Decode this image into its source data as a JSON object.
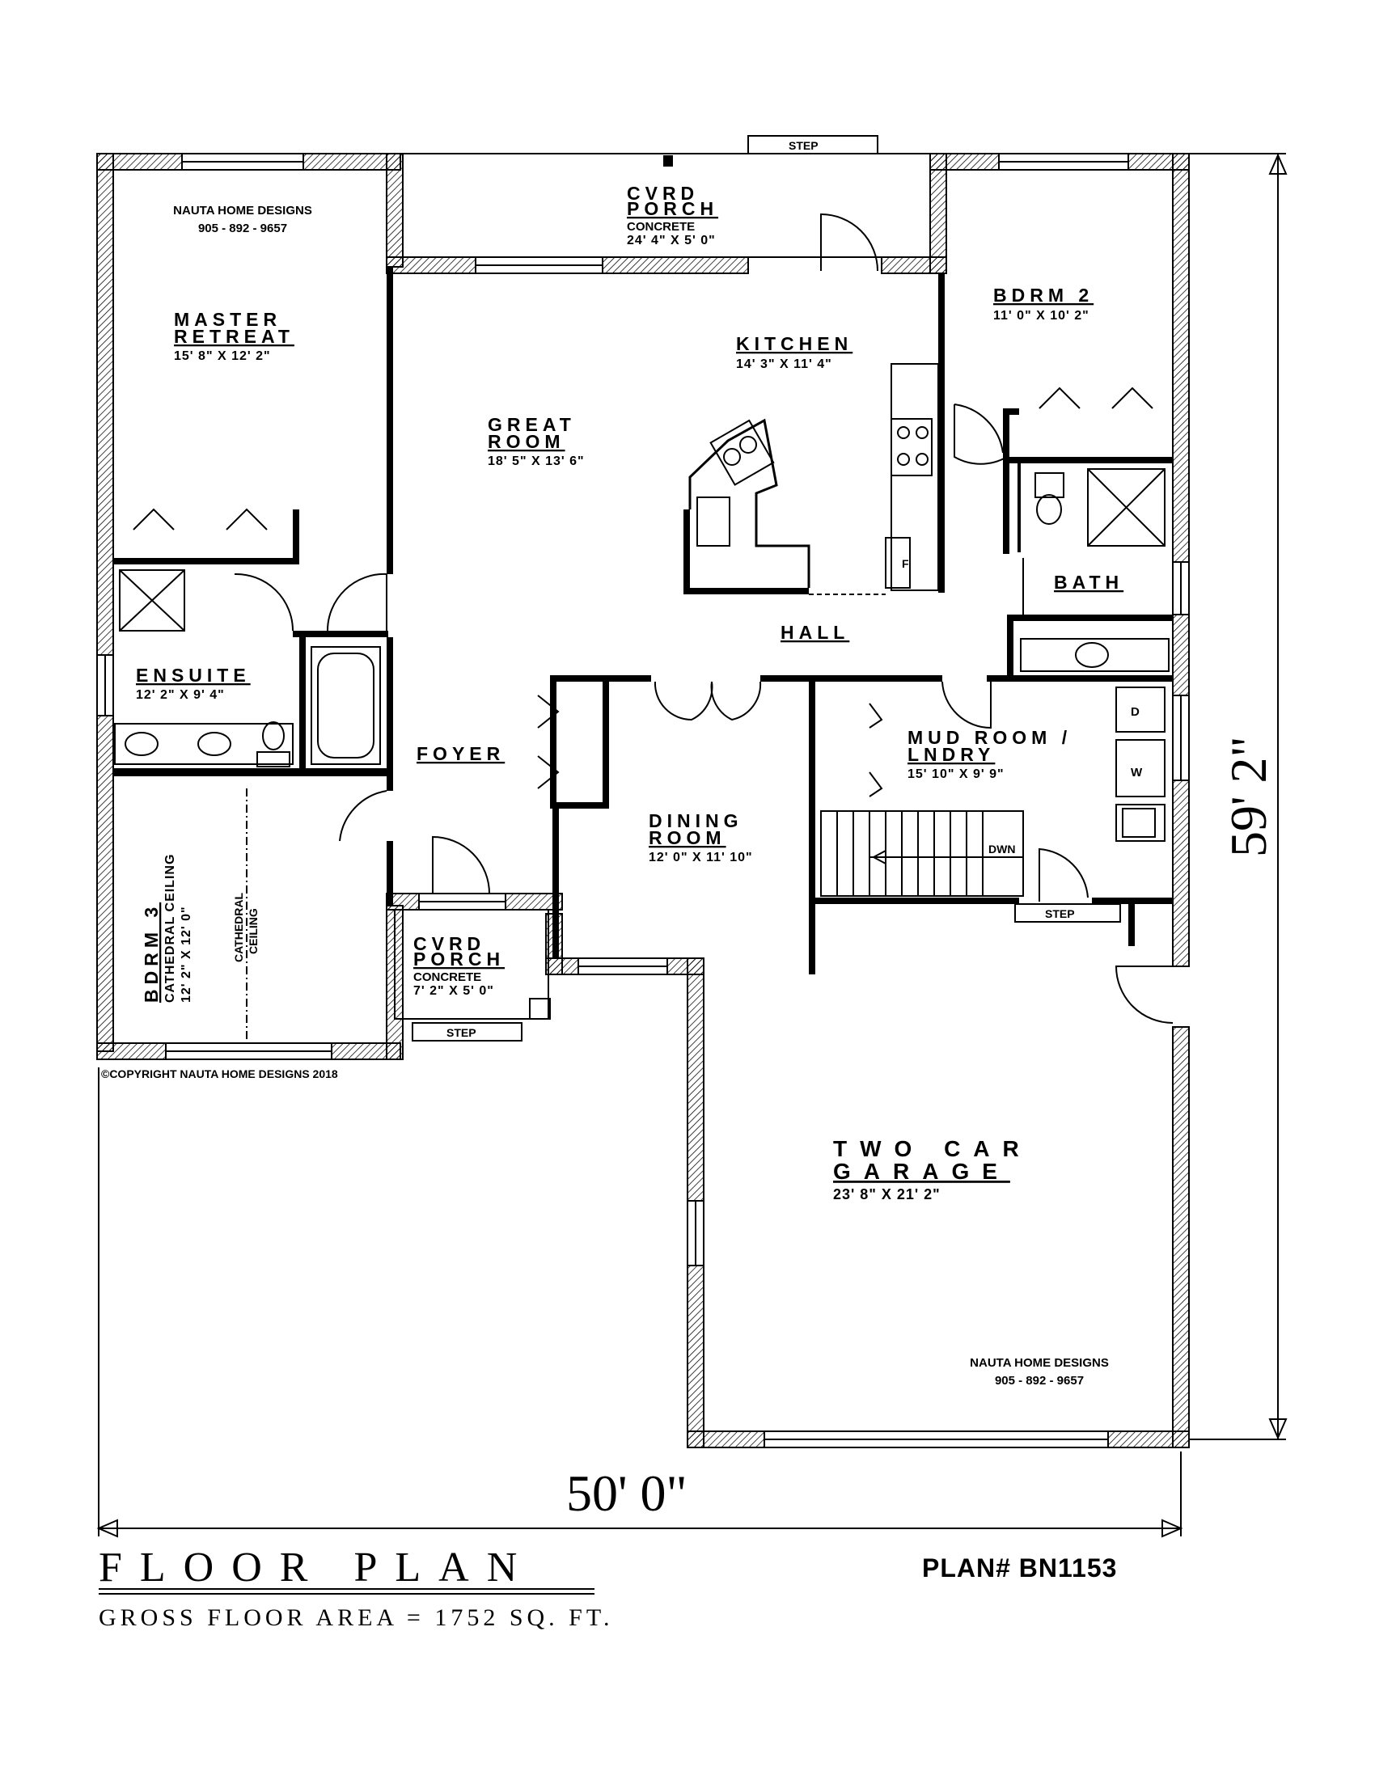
{
  "company": {
    "name": "NAUTA HOME DESIGNS",
    "phone": "905 - 892 - 9657",
    "copyright": "©COPYRIGHT NAUTA HOME DESIGNS 2018"
  },
  "rooms": {
    "master": {
      "name_line1": "MASTER",
      "name_line2": "RETREAT",
      "size": "15' 8\" X 12' 2\""
    },
    "great_room": {
      "name_line1": "GREAT",
      "name_line2": "ROOM",
      "size": "18' 5\" X 13' 6\""
    },
    "kitchen": {
      "name": "KITCHEN",
      "size": "14' 3\" X 11' 4\""
    },
    "bdrm2": {
      "name": "BDRM 2",
      "size": "11' 0\" X 10' 2\""
    },
    "bath": {
      "name": "BATH"
    },
    "hall": {
      "name": "HALL"
    },
    "ensuite": {
      "name": "ENSUITE",
      "size": "12' 2\" X 9' 4\""
    },
    "foyer": {
      "name": "FOYER"
    },
    "dining": {
      "name_line1": "DINING",
      "name_line2": "ROOM",
      "size": "12' 0\" X 11' 10\""
    },
    "mudroom": {
      "name_line1": "MUD ROOM /",
      "name_line2": "LNDRY",
      "size": "15' 10\" X 9' 9\""
    },
    "bdrm3": {
      "name": "BDRM 3",
      "ceiling": "CATHEDRAL CEILING",
      "size": "12' 2\" X 12' 0\"",
      "ceiling_line1": "CATHEDRAL",
      "ceiling_line2": "CEILING"
    },
    "front_porch": {
      "name_line1": "CVRD",
      "name_line2": "PORCH",
      "material": "CONCRETE",
      "size": "24' 4\" X 5' 0\""
    },
    "side_porch": {
      "name_line1": "CVRD",
      "name_line2": "PORCH",
      "material": "CONCRETE",
      "size": "7' 2\" X 5' 0\""
    },
    "garage": {
      "name_line1": "TWO CAR",
      "name_line2": "GARAGE",
      "size": "23' 8\" X 21' 2\""
    }
  },
  "labels": {
    "step": "STEP",
    "down": "DWN",
    "dryer": "D",
    "washer": "W",
    "fridge": "F"
  },
  "dimensions": {
    "width": "50' 0\"",
    "depth": "59' 2\""
  },
  "footer": {
    "title": "FLOOR PLAN",
    "gross_area": "GROSS FLOOR AREA = 1752 SQ. FT.",
    "plan_number": "PLAN# BN1153"
  }
}
